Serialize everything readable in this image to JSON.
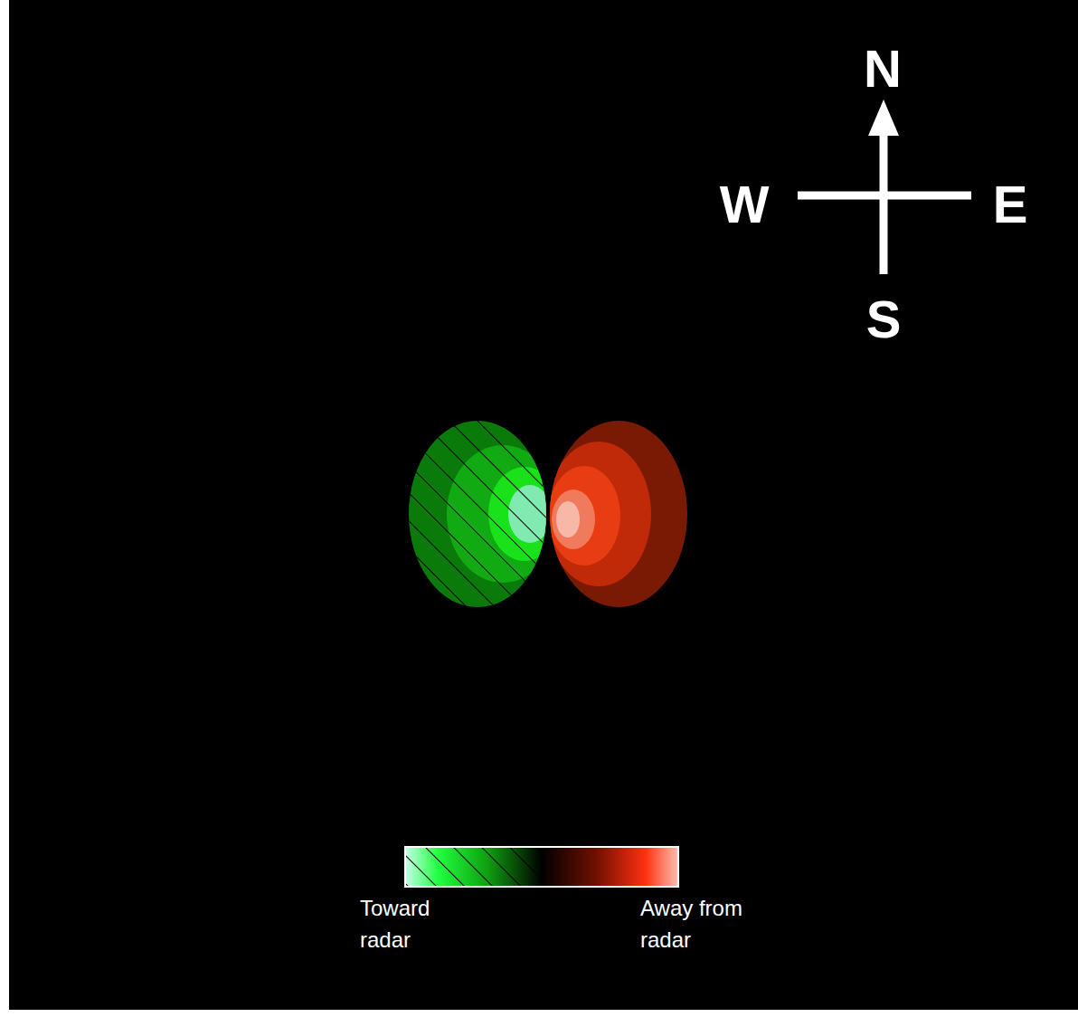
{
  "diagram": {
    "labels": [
      "N",
      "W",
      "E",
      "S",
      "Toward radar",
      "Away from radar"
    ]
  }
}
